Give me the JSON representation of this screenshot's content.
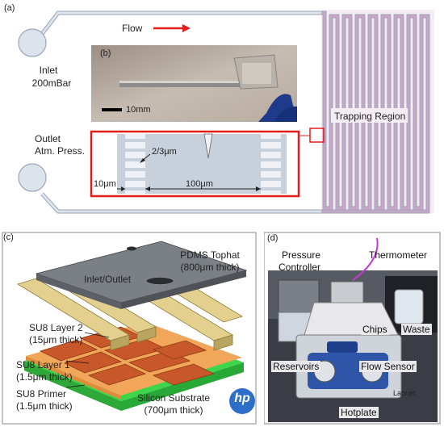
{
  "figure": {
    "panel_a": {
      "tag": "(a)",
      "flow_label": "Flow",
      "inlet_label": "Inlet",
      "inlet_pressure": "200mBar",
      "outlet_label": "Outlet",
      "outlet_pressure": "Atm. Press.",
      "trapping_label": "Trapping Region",
      "gap_label": "2/3μm",
      "width_label": "100μm",
      "pillar_label": "10μm",
      "colors": {
        "channel_fill": "#dde3ec",
        "channel_stroke": "#9aa6b6",
        "serpentine": "#c9a6c9",
        "highlight": "#e21b1b"
      }
    },
    "panel_b": {
      "tag": "(b)",
      "scale_label": "10mm"
    },
    "panel_c": {
      "tag": "(c)",
      "tophat_title": "PDMS Tophat",
      "tophat_thick": "(800μm thick)",
      "inlet_outlet": "Inlet/Outlet",
      "su8_2_title": "SU8 Layer 2",
      "su8_2_thick": "(15μm thick)",
      "su8_1_title": "SU8 Layer 1",
      "su8_1_thick": "(1.5μm thick)",
      "primer_title": "SU8 Primer",
      "primer_thick": "(1.5μm thick)",
      "substrate_title": "Silicon Substrate",
      "substrate_thick": "(700μm thick)",
      "logo_text": "hp",
      "colors": {
        "tophat": "#7b7f86",
        "su8_2": "#e3d08e",
        "su8_1": "#c8582a",
        "primer": "#f2a65a",
        "substrate": "#3fd54a"
      }
    },
    "panel_d": {
      "tag": "(d)",
      "pressure_label_1": "Pressure",
      "pressure_label_2": "Controller",
      "thermometer_label": "Thermometer",
      "chips_label": "Chips",
      "waste_label": "Waste",
      "reservoirs_label": "Reservoirs",
      "flow_sensor_label": "Flow Sensor",
      "hotplate_label": "Hotplate",
      "brand_text": "Labnet"
    }
  }
}
